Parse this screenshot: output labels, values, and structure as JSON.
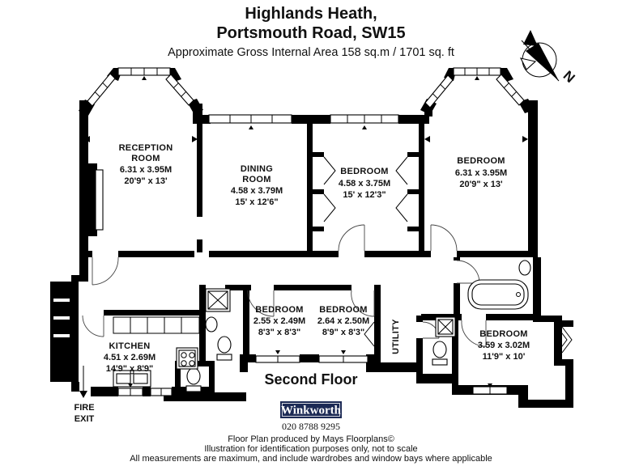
{
  "header": {
    "title_line1": "Highlands Heath,",
    "title_line2": "Portsmouth Road, SW15",
    "subtitle": "Approximate Gross Internal Area 158 sq.m  /  1701 sq. ft"
  },
  "compass": {
    "north_label": "N"
  },
  "rooms": {
    "reception": {
      "name1": "RECEPTION",
      "name2": "ROOM",
      "metric": "6.31 x 3.95M",
      "imperial": "20'9\" x 13'"
    },
    "dining": {
      "name1": "DINING",
      "name2": "ROOM",
      "metric": "4.58 x 3.79M",
      "imperial": "15' x 12'6\""
    },
    "bedroom_top_middle": {
      "name1": "BEDROOM",
      "metric": "4.58 x 3.75M",
      "imperial": "15' x 12'3\""
    },
    "bedroom_top_right": {
      "name1": "BEDROOM",
      "metric": "6.31 x 3.95M",
      "imperial": "20'9\" x 13'"
    },
    "bedroom_small_left": {
      "name1": "BEDROOM",
      "metric": "2.55 x 2.49M",
      "imperial": "8'3\" x 8'3\""
    },
    "bedroom_small_right": {
      "name1": "BEDROOM",
      "metric": "2.64 x 2.50M",
      "imperial": "8'9\" x 8'3\""
    },
    "kitchen": {
      "name1": "KITCHEN",
      "metric": "4.51 x 2.69M",
      "imperial": "14'9\" x 8'9\""
    },
    "bedroom_bottom_right": {
      "name1": "BEDROOM",
      "metric": "3.59 x 3.02M",
      "imperial": "11'9\" x 10'"
    },
    "utility": {
      "name1": "UTILITY"
    }
  },
  "labels": {
    "second_floor": "Second Floor",
    "fire_exit_line1": "FIRE",
    "fire_exit_line2": "EXIT"
  },
  "branding": {
    "agency_name": "Winkworth",
    "phone": "020 8788 9295",
    "logo_bg": "#1c2a55"
  },
  "footer": {
    "line1": "Floor Plan produced by Mays Floorplans©",
    "line2": "Illustration for identification purposes only, not to scale",
    "line3": "All measurements are maximum, and include wardrobes and window bays where applicable"
  }
}
